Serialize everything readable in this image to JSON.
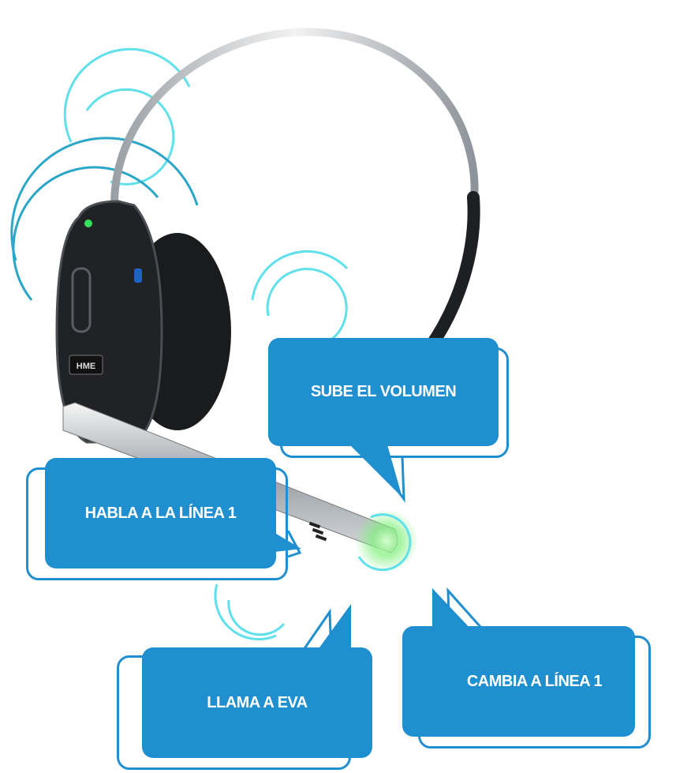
{
  "headset": {
    "brand": "HME"
  },
  "colors": {
    "bubble": "#1f8fd0",
    "ring": "#5fe0ea",
    "led": "#36e05a"
  },
  "bubbles": [
    {
      "id": "volume",
      "label": "SUBE EL VOLUMEN"
    },
    {
      "id": "talk-line",
      "label": "HABLA A LA LÍNEA 1"
    },
    {
      "id": "call",
      "label": "LLAMA A EVA"
    },
    {
      "id": "switch-line",
      "label": "CAMBIA A LÍNEA 1"
    }
  ]
}
